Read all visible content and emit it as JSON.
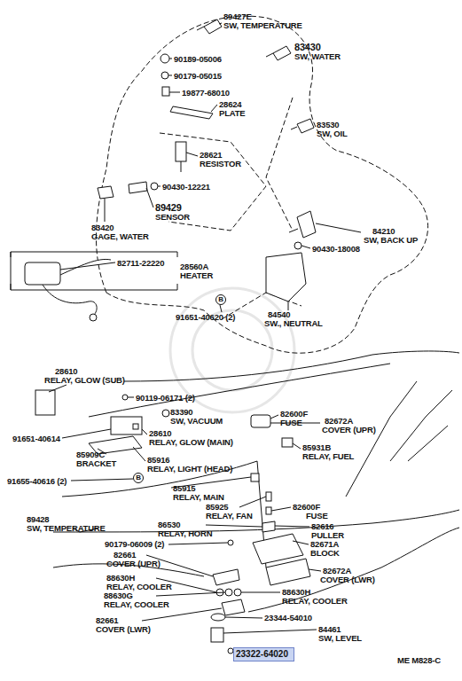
{
  "diagram": {
    "nodes": [
      {
        "text": [
          "23322-64020"
        ]
      }
    ],
    "labels": [
      "89427E",
      "SW, TEMPERATURE",
      "83430",
      "SW, WATER",
      "90189-05006",
      "90179-05015",
      "19877-68010",
      "28624",
      "PLATE",
      "83530",
      "SW, OIL",
      "28621",
      "RESISTOR",
      "90430-12221",
      "89429",
      "SENSOR",
      "83420",
      "GAGE, WATER",
      "84210",
      "SW, BACK UP",
      "90430-18008",
      "82711-22220",
      "28560A",
      "HEATER",
      "B",
      "91651-40620 (2)",
      "84540",
      "SW., NEUTRAL",
      "28610",
      "RELAY, GLOW (SUB)",
      "90119-06171 (2)",
      "83390",
      "SW, VACUUM",
      "82600F",
      "FUSE",
      "82672A",
      "COVER (UPR)",
      "91651-40614",
      "28610",
      "RELAY, GLOW (MAIN)",
      "85931B",
      "RELAY, FUEL",
      "85909C",
      "BRACKET",
      "85916",
      "RELAY, LIGHT (HEAD)",
      "91655-40616 (2)",
      "B",
      "85915",
      "RELAY, MAIN",
      "85925",
      "RELAY, FAN",
      "82600F",
      "FUSE",
      "89428",
      "SW, TEMPERATURE",
      "86530",
      "RELAY, HORN",
      "82616",
      "PULLER",
      "90179-06009 (2)",
      "82671A",
      "BLOCK",
      "82661",
      "COVER (UPR)",
      "82672A",
      "COVER (LWR)",
      "88630H",
      "RELAY, COOLER",
      "88630G",
      "RELAY, COOLER",
      "88630H",
      "RELAY, COOLER",
      "82661",
      "COVER (LWR)",
      "23344-54010",
      "84461",
      "SW, LEVEL",
      "ME M828-C"
    ]
  }
}
